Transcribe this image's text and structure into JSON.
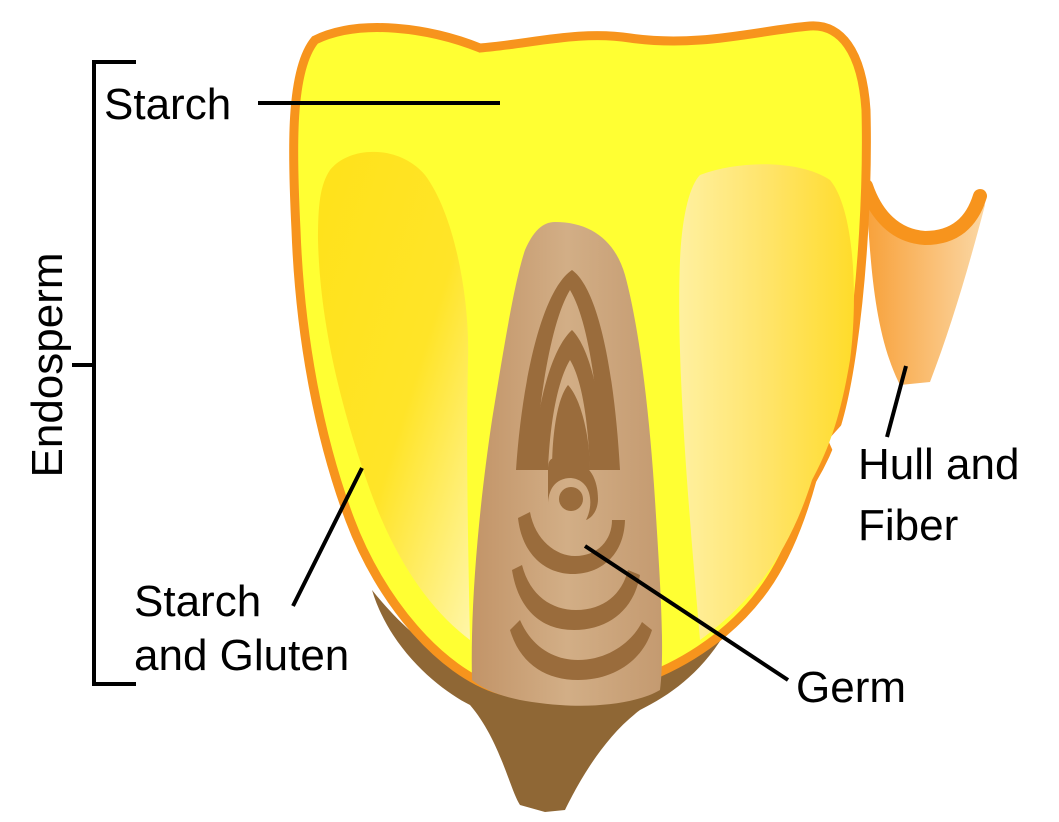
{
  "diagram": {
    "labels": {
      "endosperm": "Endosperm",
      "starch": "Starch",
      "starch_and_gluten_line1": "Starch",
      "starch_and_gluten_line2": "and Gluten",
      "hull_line1": "Hull and",
      "hull_line2": "Fiber",
      "germ": "Germ"
    },
    "colors": {
      "hull_outline": "#f7941d",
      "starch_fill": "#ffff33",
      "starch_gluten_fill": "#ffe21a",
      "germ_fill": "#c8a07a",
      "germ_rings": "#9a6c3c",
      "tip_cap": "#8f6735",
      "label_text": "#000000"
    }
  }
}
